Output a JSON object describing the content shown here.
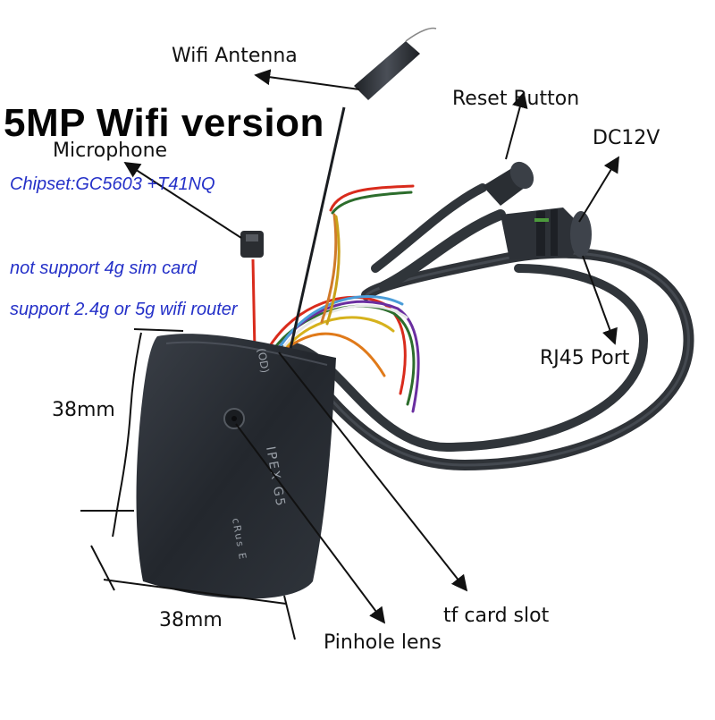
{
  "title": "5MP Wifi version",
  "specs": [
    "Chipset:GC5603 +T41NQ",
    "not support  4g sim card",
    "support 2.4g or 5g wifi router"
  ],
  "callouts": {
    "wifi_antenna": "Wifi Antenna",
    "reset_button": "Reset Button",
    "microphone": "Microphone",
    "dc12v": "DC12V",
    "rj45_port": "RJ45 Port",
    "tf_card_slot": "tf card slot",
    "pinhole_lens": "Pinhole lens"
  },
  "dimensions": {
    "height": "38mm",
    "width": "38mm"
  },
  "module_print": {
    "line1": "IPEX  G5",
    "line2": "cRus  E",
    "side": "(OD)"
  },
  "colors": {
    "spec_text": "#2430c8",
    "module_body": "#2b2f35",
    "cable": "#3a3f45"
  }
}
